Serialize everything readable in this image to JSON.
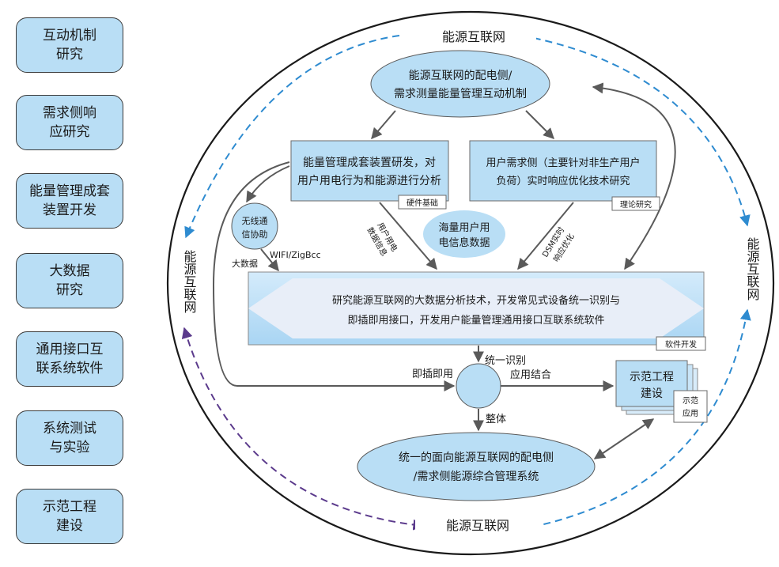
{
  "side_boxes": [
    {
      "line1": "互动机制",
      "line2": "研究"
    },
    {
      "line1": "需求侧响",
      "line2": "应研究"
    },
    {
      "line1": "能量管理成套",
      "line2": "装置开发"
    },
    {
      "line1": "大数据",
      "line2": "研究"
    },
    {
      "line1": "通用接口互",
      "line2": "联系统软件"
    },
    {
      "line1": "系统测试",
      "line2": "与实验"
    },
    {
      "line1": "示范工程",
      "line2": "建设"
    }
  ],
  "outer": {
    "top_label": "能源互联网",
    "bottom_label": "能源互联网",
    "left_label": "能源互联网",
    "right_label": "能源互联网"
  },
  "top_ellipse": {
    "line1": "能源互联网的配电侧/",
    "line2": "需求测量能量管理互动机制"
  },
  "hw_box": {
    "line1": "能量管理成套装置研发，对",
    "line2": "用户用电行为和能源进行分析",
    "tag": "硬件基础"
  },
  "theory_box": {
    "line1": "用户需求侧（主要针对非生产用户",
    "line2": "负荷）实时响应优化技术研究",
    "tag": "理论研究"
  },
  "wireless": {
    "line1": "无线通",
    "line2": "信协助"
  },
  "mass_data": {
    "line1": "海量用户用",
    "line2": "电信息数据"
  },
  "labels": {
    "user_data_1": "用户用电",
    "user_data_2": "数据信息",
    "dsm_1": "DSM实时",
    "dsm_2": "响应优化",
    "wifi": "WIFI/ZigBcc",
    "bigdata": "大数据",
    "unified_id": "统一识别",
    "plug_play": "即插即用",
    "app_combine": "应用结合",
    "whole": "整体"
  },
  "software_box": {
    "line1": "研究能源互联网的大数据分析技术，开发常见式设备统一识别与",
    "line2": "即插即用接口，开发用户能量管理通用接口互联系统软件",
    "tag": "软件开发"
  },
  "demo_box": {
    "line1": "示范工程",
    "line2": "建设",
    "tag1": "示范",
    "tag2": "应用"
  },
  "bottom_ellipse": {
    "line1": "统一的面向能源互联网的配电侧",
    "line2": "/需求侧能源综合管理系统"
  },
  "colors": {
    "fill": "#b9def5",
    "hexagon": "#e8eef8",
    "arrow": "#5a5a5a",
    "blue_dash": "#2e8bd0",
    "purple_dash": "#5b3a8c"
  }
}
